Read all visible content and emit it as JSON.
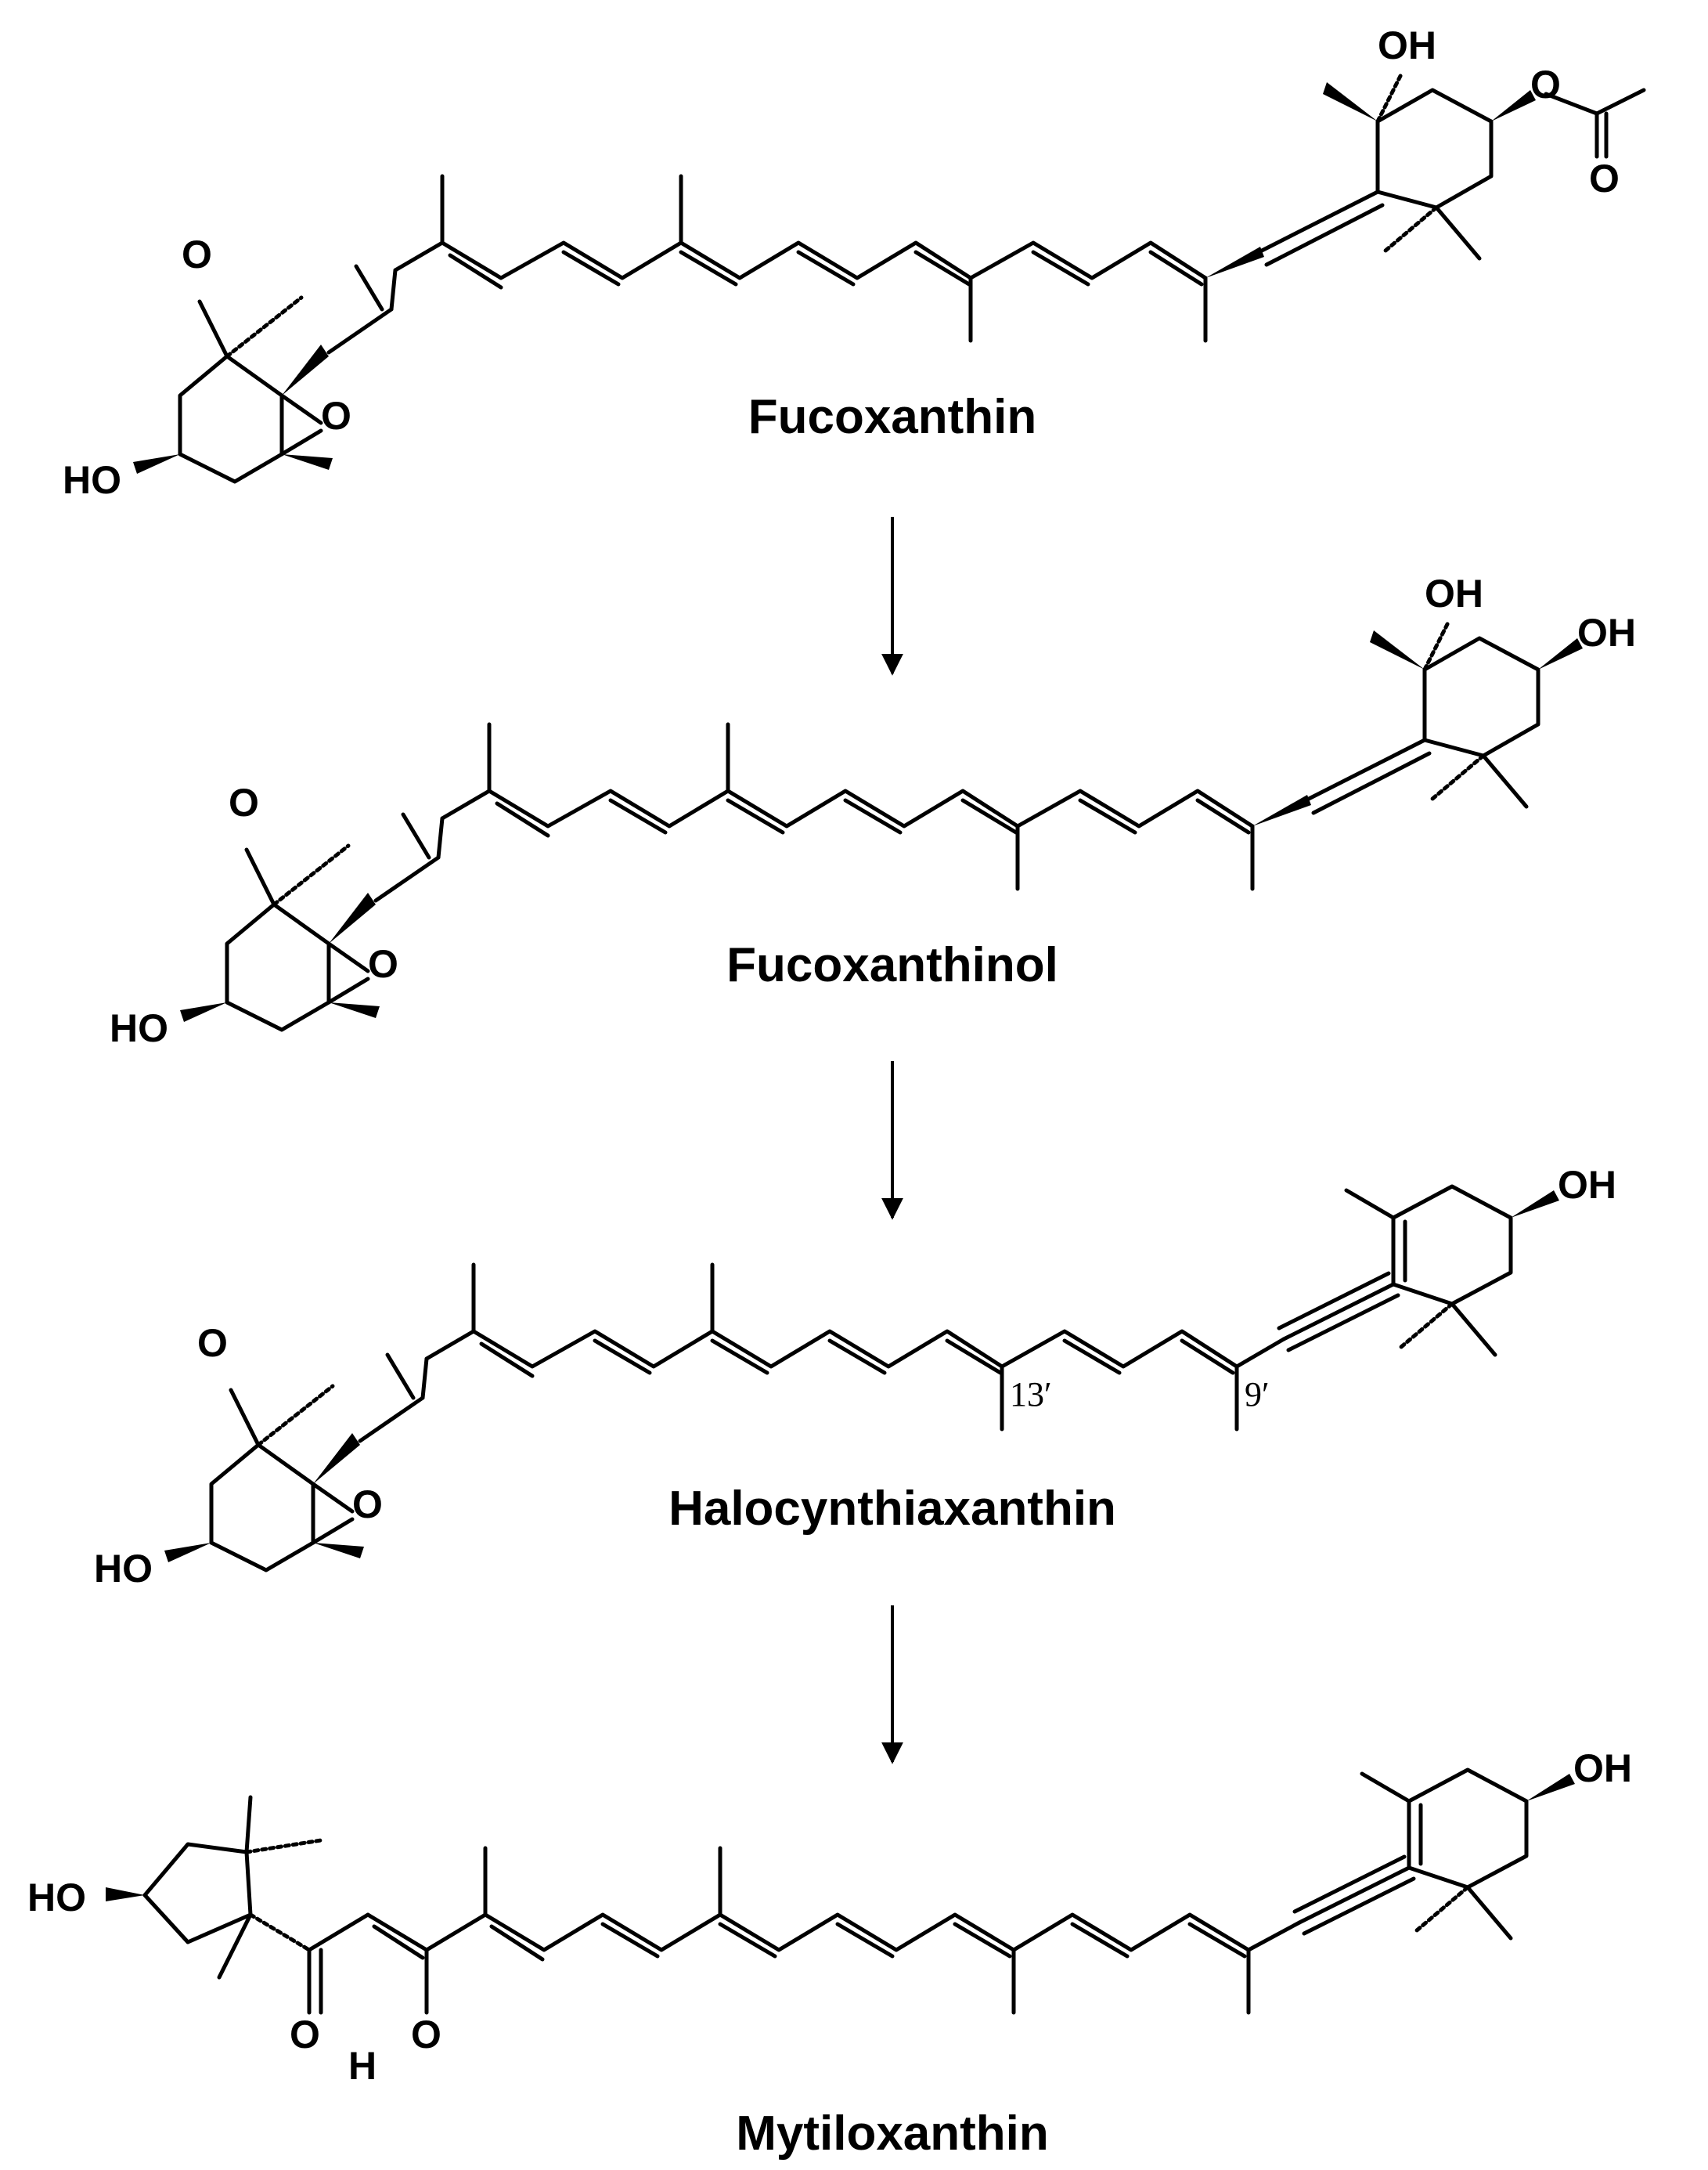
{
  "compounds": [
    {
      "name": "Fucoxanthin"
    },
    {
      "name": "Fucoxanthinol"
    },
    {
      "name": "Halocynthiaxanthin"
    },
    {
      "name": "Mytiloxanthin"
    }
  ],
  "atoms": {
    "ho": "HO",
    "oh": "OH",
    "o": "O",
    "h": "H"
  },
  "locants": {
    "c13": "13′",
    "c9": "9′"
  }
}
